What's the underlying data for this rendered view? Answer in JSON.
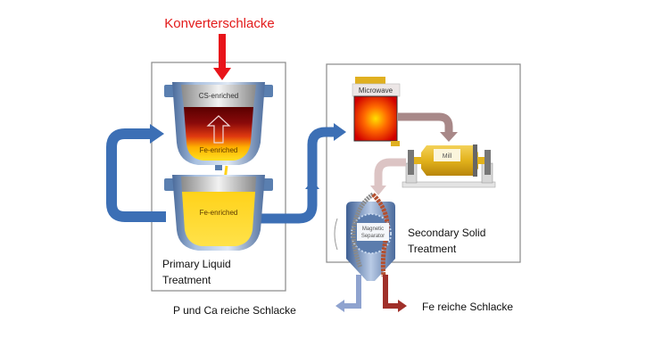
{
  "diagram": {
    "input_label": "Konverterschlacke",
    "primary_stage": {
      "label_line1": "Primary Liquid",
      "label_line2": "Treatment",
      "upper_ladle": {
        "top_layer": "CS-enriched",
        "bottom_layer": "Fe-enriched"
      },
      "lower_ladle": {
        "content": "Fe-enriched"
      }
    },
    "secondary_stage": {
      "label_line1": "Secondary Solid",
      "label_line2": "Treatment",
      "microwave_label": "Microwave",
      "mill_label": "Mill",
      "separator_label_line1": "Magnetic",
      "separator_label_line2": "Separator"
    },
    "outputs": {
      "left": "P und Ca reiche Schlacke",
      "right": "Fe reiche Schlacke"
    },
    "colors": {
      "input_arrow": "#e8141a",
      "input_text": "#e31b1b",
      "flow_arrow": "#3c6fb5",
      "mw_arrow": "#a88888",
      "mill_arrow": "#d8c0c0",
      "left_output_arrow": "#8fa3cf",
      "right_output_arrow": "#a0302a"
    }
  }
}
